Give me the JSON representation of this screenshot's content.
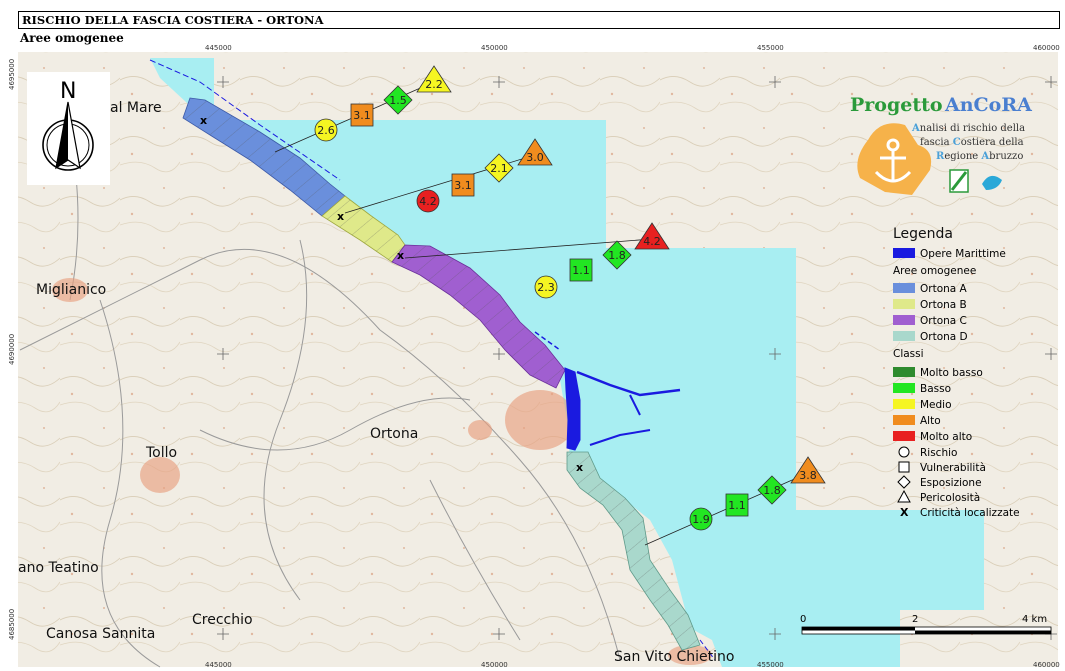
{
  "header": {
    "title": "RISCHIO DELLA FASCIA COSTIERA - ORTONA",
    "subtitle": "Aree omogenee"
  },
  "grid": {
    "x_labels": [
      "445000",
      "450000",
      "455000",
      "460000"
    ],
    "y_labels": [
      "4695000",
      "4690000",
      "4685000"
    ]
  },
  "north_arrow": {
    "label": "N"
  },
  "places": {
    "al_mare": "al Mare",
    "miglianico": "Miglianico",
    "tollo": "Tollo",
    "ortona": "Ortona",
    "ano_teatino": "ano Teatino",
    "crecchio": "Crecchio",
    "canosa": "Canosa Sannita",
    "san_vito": "San Vito Chietino"
  },
  "logo": {
    "word1": "Progetto",
    "word2": "AnCoRA",
    "line1_initial": "A",
    "line1_rest": "nalisi di rischio della",
    "line2_prefix": "fascia ",
    "line2_initial": "C",
    "line2_rest": "ostiera della",
    "line3_initial": "R",
    "line3_rest": "egione ",
    "line3_initial2": "A",
    "line3_rest2": "bruzzo"
  },
  "legend": {
    "title": "Legenda",
    "opere": "Opere Marittime",
    "aree_header": "Aree omogenee",
    "areas": [
      {
        "label": "Ortona A",
        "color": "#6a8fdc"
      },
      {
        "label": "Ortona B",
        "color": "#dfe98a"
      },
      {
        "label": "Ortona C",
        "color": "#a05fd0"
      },
      {
        "label": "Ortona D",
        "color": "#a9d8cc"
      }
    ],
    "classi_header": "Classi",
    "classes": [
      {
        "label": "Molto basso",
        "color": "#2e8b2e"
      },
      {
        "label": "Basso",
        "color": "#22e622"
      },
      {
        "label": "Medio",
        "color": "#f5f522"
      },
      {
        "label": "Alto",
        "color": "#f08c1e"
      },
      {
        "label": "Molto alto",
        "color": "#e82020"
      }
    ],
    "symbols": [
      "Rischio",
      "Vulnerabilità",
      "Esposizione",
      "Pericolosità",
      "Criticità localizzate"
    ],
    "x_marker": "X"
  },
  "scalebar": {
    "l0": "0",
    "l2": "2",
    "l4": "4 km"
  },
  "indicators": [
    {
      "area": "Ortona A",
      "rischio": "2.6",
      "vulnerabilita": "3.1",
      "esposizione": "1.5",
      "pericolosita": "2.2",
      "colors": [
        "#f5f522",
        "#f08c1e",
        "#22e622",
        "#f5f522"
      ]
    },
    {
      "area": "Ortona B",
      "rischio": "4.2",
      "vulnerabilita": "3.1",
      "esposizione": "2.1",
      "pericolosita": "3.0",
      "colors": [
        "#e82020",
        "#f08c1e",
        "#f5f522",
        "#f08c1e"
      ]
    },
    {
      "area": "Ortona C",
      "rischio": "2.3",
      "vulnerabilita": "1.1",
      "esposizione": "1.8",
      "pericolosita": "4.2",
      "colors": [
        "#f5f522",
        "#22e622",
        "#22e622",
        "#e82020"
      ]
    },
    {
      "area": "Ortona D",
      "rischio": "1.9",
      "vulnerabilita": "1.1",
      "esposizione": "1.8",
      "pericolosita": "3.8",
      "colors": [
        "#22e622",
        "#22e622",
        "#22e622",
        "#f08c1e"
      ]
    }
  ],
  "criticita_marker": "x"
}
